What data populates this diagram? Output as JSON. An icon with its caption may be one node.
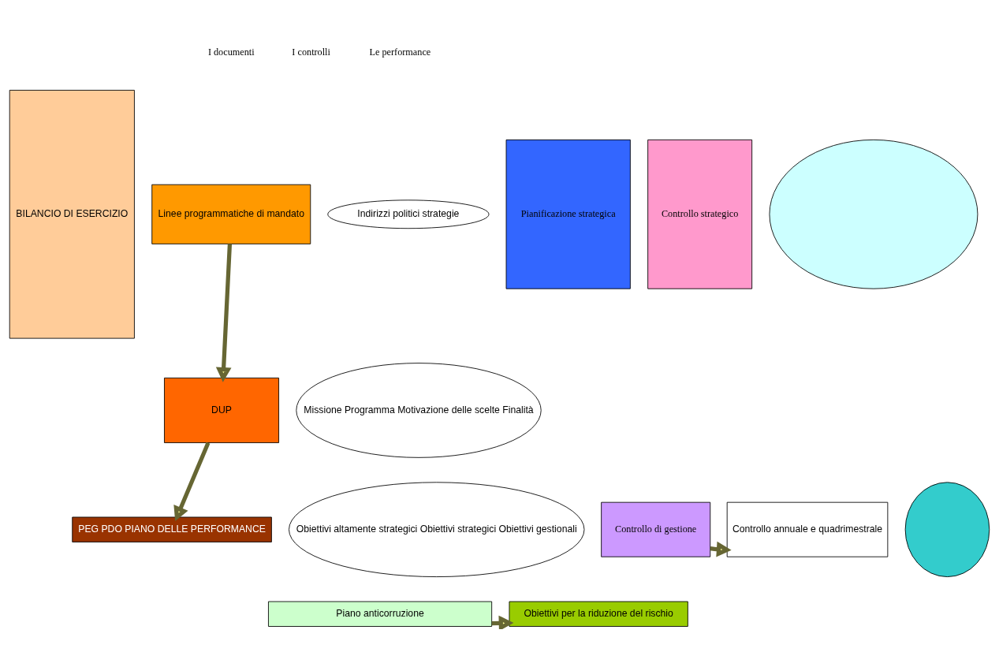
{
  "diagram": {
    "nodes": [
      {
        "text": [
          "BILANCIO DI ESERCIZIO"
        ]
      },
      {
        "text": [
          "Linee programmatiche di mandato"
        ]
      },
      {
        "text": [
          "Indirizzi politici strategie"
        ]
      },
      {
        "text": [
          "DUP"
        ]
      },
      {
        "text": [
          "Missione Programma Motivazione delle scelte Finalità"
        ]
      },
      {
        "text": [
          "PEG PDO PIANO DELLE PERFORMANCE"
        ]
      },
      {
        "text": [
          "Obiettivi altamente strategici Obiettivi strategici Obiettivi gestionali"
        ]
      },
      {
        "text": [
          "Piano anticorruzione"
        ]
      },
      {
        "text": [
          "Pianificazione strategica"
        ]
      },
      {
        "text": [
          "Controllo strategico"
        ]
      },
      {
        "text": [],
        "shape": "ellipse"
      },
      {
        "text": [
          "Controllo di gestione"
        ]
      },
      {
        "text": [
          "Controllo annuale e quadrimestrale"
        ]
      },
      {
        "text": [],
        "shape": "ellipse"
      },
      {
        "text": [
          "Obiettivi per la riduzione del rischio"
        ]
      }
    ],
    "edges": [
      {
        "from": 1,
        "to": 3,
        "arrow": "to"
      },
      {
        "from": 3,
        "to": 5,
        "arrow": "to"
      },
      {
        "from": 11,
        "to": 12,
        "arrow": "to"
      },
      {
        "from": 7,
        "to": 14,
        "arrow": "to"
      }
    ],
    "labels": [
      "I documenti",
      "I controlli",
      "Le performance"
    ]
  }
}
